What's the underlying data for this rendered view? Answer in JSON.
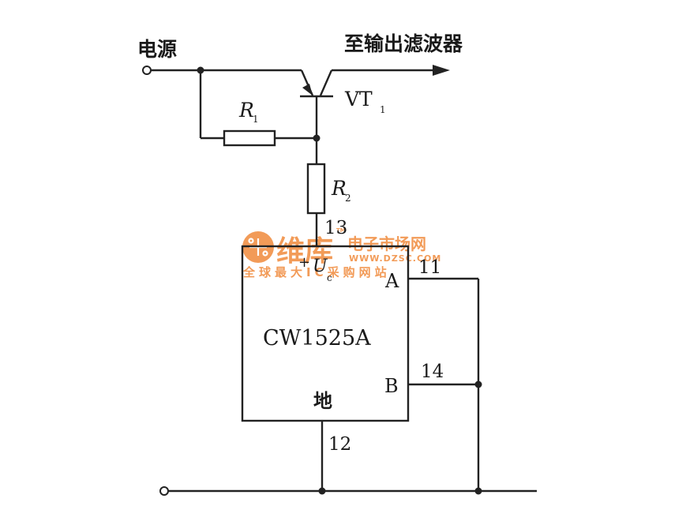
{
  "labels": {
    "power": "电源",
    "to_filter": "至输出滤波器",
    "vt1_main": "VT",
    "vt1_sub": "1",
    "r1_main": "R",
    "r1_sub": "1",
    "r2_main": "R",
    "r2_sub": "2",
    "pin13": "13",
    "pin11": "11",
    "pin14": "14",
    "pin12": "12",
    "chip_name": "CW1525A",
    "pin_a": "A",
    "pin_b": "B",
    "ground": "地",
    "vc_plus": "+",
    "vc_main": "U",
    "vc_sub": "c"
  },
  "watermark": {
    "brand": "维库",
    "market": "电子市场网",
    "url": "WWW.DZSC.COM",
    "slogan": "全球最大IC采购网站",
    "tm": "TM",
    "color": "#f08a3c"
  },
  "colors": {
    "line": "#222222",
    "text": "#1a1a1a"
  }
}
